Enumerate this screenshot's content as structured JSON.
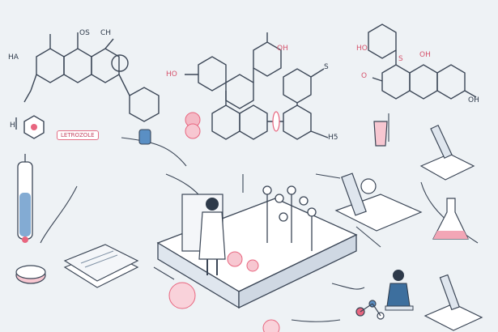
{
  "labels": {
    "drug_name": "LETROZOLE"
  },
  "atoms": {
    "ha": "HA",
    "ch": "CH",
    "h1": "H",
    "o_pair": "OS",
    "ho_mid": "HO",
    "oh_mid": "OH",
    "s_mid": "S",
    "h5": "H5",
    "ho_right": "HO",
    "oh_right": "OH",
    "s_right": "S",
    "o_right": "O",
    "oh_far": "OH"
  },
  "colors": {
    "background": "#eef2f5",
    "line": "#3b4656",
    "accent_pink": "#e8667f",
    "accent_blue": "#5a8fc4",
    "panel": "#ffffff"
  }
}
